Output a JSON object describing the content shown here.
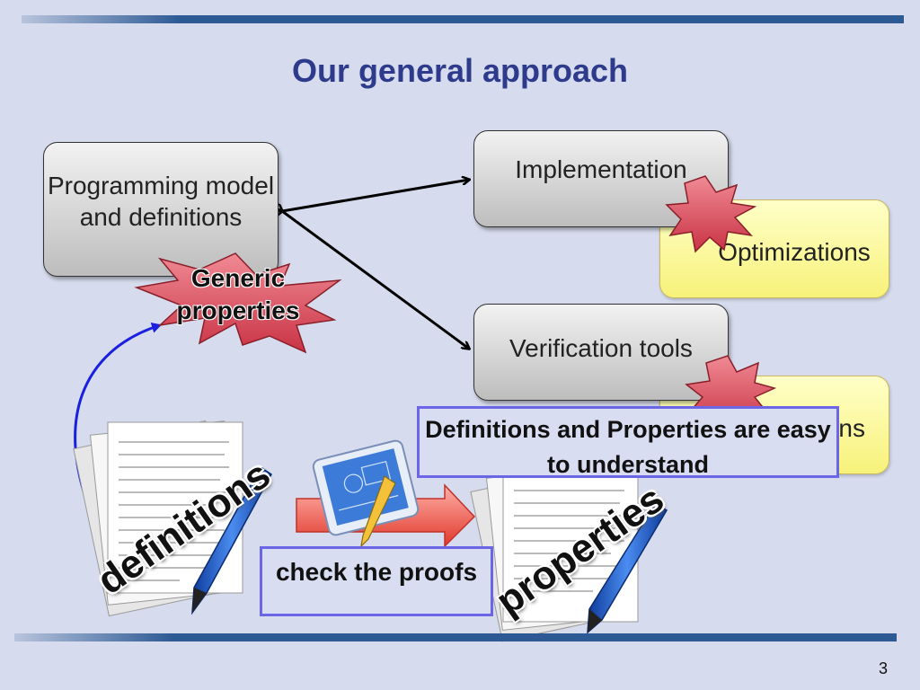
{
  "slide": {
    "title": "Our general approach",
    "page_number": "3"
  },
  "boxes": {
    "programming": "Programming model and definitions",
    "implementation": "Implementation",
    "optimizations": "Optimizations",
    "verification": "Verification tools",
    "hidden_partial": "ns"
  },
  "bursts": {
    "generic": "Generic properties"
  },
  "callouts": {
    "definitions_properties": "Definitions and Properties are easy to understand",
    "check_proofs": "check the proofs"
  },
  "document_labels": {
    "definitions": "definitions",
    "properties": "properties"
  },
  "colors": {
    "title": "#2e3a8c",
    "burst_fill": "#e04f5f",
    "callout_border": "#6a66e6",
    "arrow_blue": "#1a1fe0"
  },
  "icons": [
    "document-pen-icon",
    "blueprint-pencil-icon",
    "starburst-icon",
    "right-arrow-icon"
  ]
}
